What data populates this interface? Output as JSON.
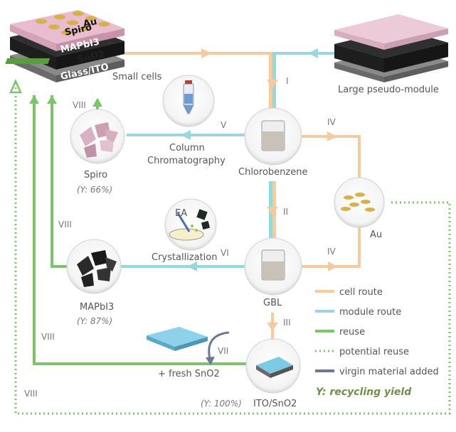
{
  "colors": {
    "cell_route": "#f6c99f",
    "module_route": "#97d7e0",
    "reuse": "#7dc36b",
    "potential_reuse": "#7dc36b",
    "virgin_material": "#6b7b8f",
    "yield_text": "#6f8f4a"
  },
  "stack_layers": {
    "au": "Au",
    "spiro": "Spiro",
    "mapbi3": "MAPbI3",
    "sno2": "SnO2",
    "glass_ito": "Glass/ITO"
  },
  "nodes": {
    "small_cells": "Small cells",
    "large_module": "Large pseudo-module",
    "column_chromatography_line1": "Column",
    "column_chromatography_line2": "Chromatography",
    "chlorobenzene": "Chlorobenzene",
    "spiro": "Spiro",
    "spiro_yield": "(Y: 66%)",
    "au": "Au",
    "ea": "EA",
    "crystallization": "Crystallization",
    "gbl": "GBL",
    "mapbi3": "MAPbI3",
    "mapbi3_yield": "(Y: 87%)",
    "fresh_sno2": "+ fresh SnO2",
    "ito_sno2": "ITO/SnO2",
    "ito_yield": "(Y: 100%)"
  },
  "step_labels": {
    "I": "I",
    "II": "II",
    "III": "III",
    "IV_top": "IV",
    "IV_bottom": "IV",
    "V": "V",
    "VI": "VI",
    "VII": "VII",
    "VIII_spiro": "VIII",
    "VIII_mapbi3": "VIII",
    "VIII_ito": "VIII",
    "VIII_outer": "VIII"
  },
  "legend": {
    "items": [
      {
        "label": "cell route",
        "style": "solid",
        "color": "#f6c99f"
      },
      {
        "label": "module route",
        "style": "solid",
        "color": "#97d7e0"
      },
      {
        "label": "reuse",
        "style": "solid",
        "color": "#7dc36b"
      },
      {
        "label": "potential reuse",
        "style": "dotted",
        "color": "#7dc36b"
      },
      {
        "label": "virgin material added",
        "style": "solid",
        "color": "#6b7b8f"
      }
    ],
    "yield_note": "Y: recycling yield"
  }
}
